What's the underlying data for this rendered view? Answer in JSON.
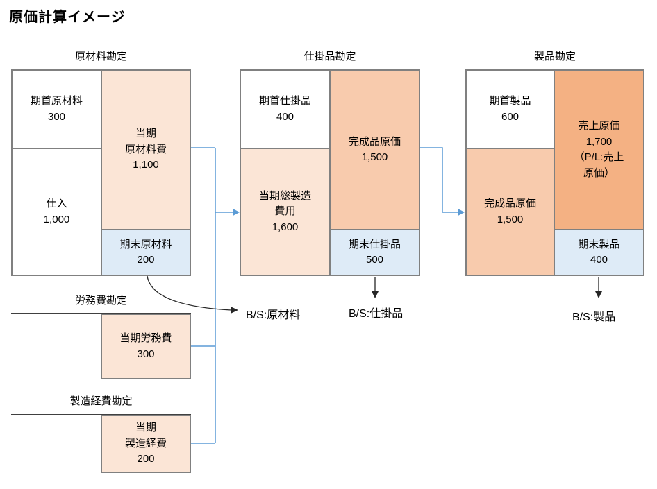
{
  "page": {
    "title": "原価計算イメージ"
  },
  "colors": {
    "current_cost_fill": "#FBE5D6",
    "finished_cost_fill": "#F8CBAD",
    "cogs_fill": "#F4B183",
    "ending_fill": "#DEEBF7",
    "plain_fill": "#FFFFFF",
    "box_border": "#808080",
    "connector_blue": "#5B9BD5",
    "arrow_black": "#262626"
  },
  "accounts": {
    "raw_materials": {
      "title": "原材料勘定",
      "beginning": {
        "label": "期首原材料",
        "value": "300"
      },
      "purchases": {
        "label": "仕入",
        "value": "1,000"
      },
      "current_materials_cost": {
        "label": "当期\n原材料費",
        "value": "1,100"
      },
      "ending": {
        "label": "期末原材料",
        "value": "200"
      }
    },
    "work_in_process": {
      "title": "仕掛品勘定",
      "beginning": {
        "label": "期首仕掛品",
        "value": "400"
      },
      "total_manufacturing_cost": {
        "label": "当期総製造\n費用",
        "value": "1,600"
      },
      "finished_goods_cost": {
        "label": "完成品原価",
        "value": "1,500"
      },
      "ending": {
        "label": "期末仕掛品",
        "value": "500"
      }
    },
    "finished_goods": {
      "title": "製品勘定",
      "beginning": {
        "label": "期首製品",
        "value": "600"
      },
      "finished_goods_cost": {
        "label": "完成品原価",
        "value": "1,500"
      },
      "cost_of_sales": {
        "label": "売上原価",
        "value": "1,700",
        "note": "（P/L:売上\n原価）"
      },
      "ending": {
        "label": "期末製品",
        "value": "400"
      }
    },
    "labor": {
      "title": "労務費勘定",
      "current": {
        "label": "当期労務費",
        "value": "300"
      }
    },
    "overhead": {
      "title": "製造経費勘定",
      "current": {
        "label": "当期\n製造経費",
        "value": "200"
      }
    }
  },
  "bs_labels": {
    "raw_materials": "B/S:原材料",
    "work_in_process": "B/S:仕掛品",
    "finished_goods": "B/S:製品"
  }
}
